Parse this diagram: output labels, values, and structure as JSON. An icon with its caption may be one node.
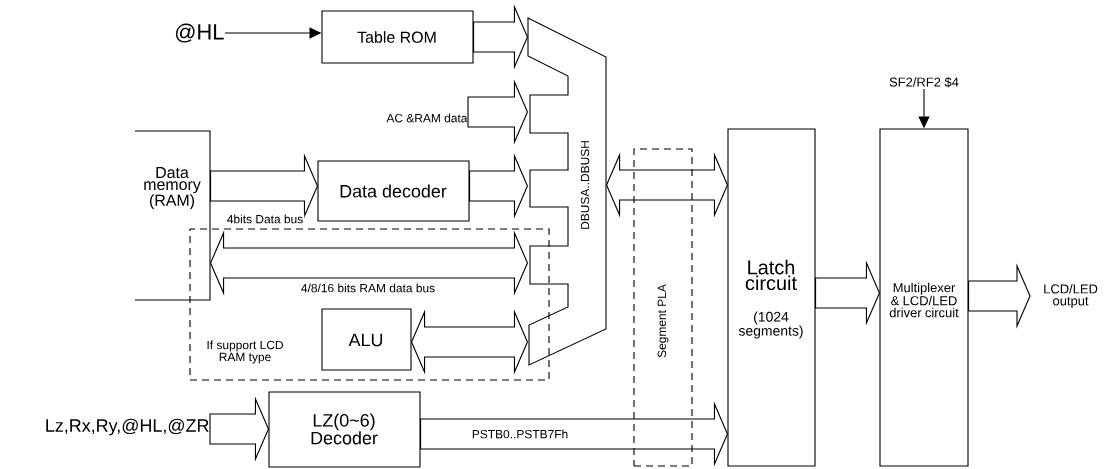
{
  "diagram": {
    "nodes": [
      {
        "text": [
          "@HL"
        ]
      },
      {
        "text": [
          "Table ROM"
        ]
      },
      {
        "text": [
          "DBUSA..DBUSH"
        ]
      },
      {
        "text": [
          "Data memory (RAM)"
        ]
      },
      {
        "text": [
          "Data decoder"
        ]
      },
      {
        "text": [
          "If support LCD RAM type"
        ]
      },
      {
        "text": [
          "ALU"
        ],
        "in": 5
      },
      {
        "text": [
          "AC &RAM data"
        ]
      },
      {
        "text": [
          "Lz,Rx,Ry,@HL,@ZR"
        ]
      },
      {
        "text": [
          "LZ(0~6) Decoder"
        ]
      },
      {
        "text": [
          "Segment PLA"
        ]
      },
      {
        "text": [
          "Latch circuit",
          "(1024 segments)"
        ]
      },
      {
        "text": [
          "Multiplexer & LCD/LED driver circuit"
        ]
      },
      {
        "text": [
          "SF2/RF2 $4"
        ]
      },
      {
        "text": [
          "LCD/LED output"
        ]
      }
    ],
    "edges": [
      {
        "from": 0,
        "to": 1,
        "arrow": "to"
      },
      {
        "from": 1,
        "to": 2,
        "arrow": "to"
      },
      {
        "from": 7,
        "to": 2,
        "arrow": "to"
      },
      {
        "from": 3,
        "to": 4,
        "arrow": "to",
        "label": "4bits Data bus"
      },
      {
        "from": 4,
        "to": 2,
        "arrow": "to"
      },
      {
        "from": 3,
        "to": 2,
        "arrow": "both",
        "label": "4/8/16 bits RAM data bus"
      },
      {
        "from": 6,
        "to": 2,
        "arrow": "both"
      },
      {
        "from": 8,
        "to": 9,
        "arrow": "to"
      },
      {
        "from": 9,
        "to": 11,
        "arrow": "to",
        "label": "PSTB0..PSTB7Fh"
      },
      {
        "from": 2,
        "to": 11,
        "arrow": "both"
      },
      {
        "from": 11,
        "to": 12,
        "arrow": "to"
      },
      {
        "from": 13,
        "to": 12,
        "arrow": "to"
      },
      {
        "from": 12,
        "to": 14,
        "arrow": "to"
      }
    ]
  }
}
